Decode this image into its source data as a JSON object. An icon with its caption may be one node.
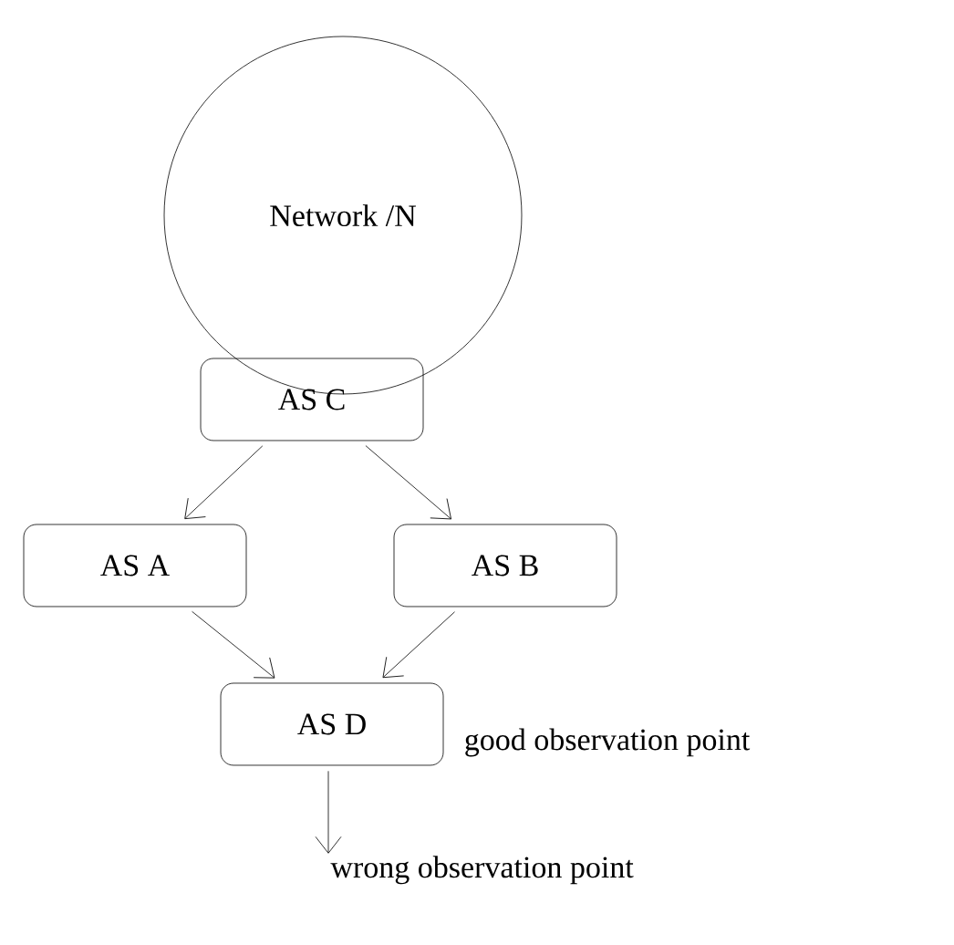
{
  "diagram": {
    "nodes": [
      {
        "text": [
          "Network /N"
        ]
      },
      {
        "text": [
          "AS C"
        ]
      },
      {
        "text": [
          "AS A"
        ]
      },
      {
        "text": [
          "AS B"
        ]
      },
      {
        "text": [
          "AS D"
        ],
        "beside": [
          "good observation point"
        ]
      },
      {
        "text": [
          "wrong observation point"
        ]
      }
    ],
    "edges": [
      {
        "from": 1,
        "to": 2,
        "arrow": "to"
      },
      {
        "from": 1,
        "to": 3,
        "arrow": "to"
      },
      {
        "from": 2,
        "to": 4,
        "arrow": "to"
      },
      {
        "from": 3,
        "to": 4,
        "arrow": "to"
      },
      {
        "from": 4,
        "to": 5,
        "arrow": "to"
      }
    ]
  }
}
